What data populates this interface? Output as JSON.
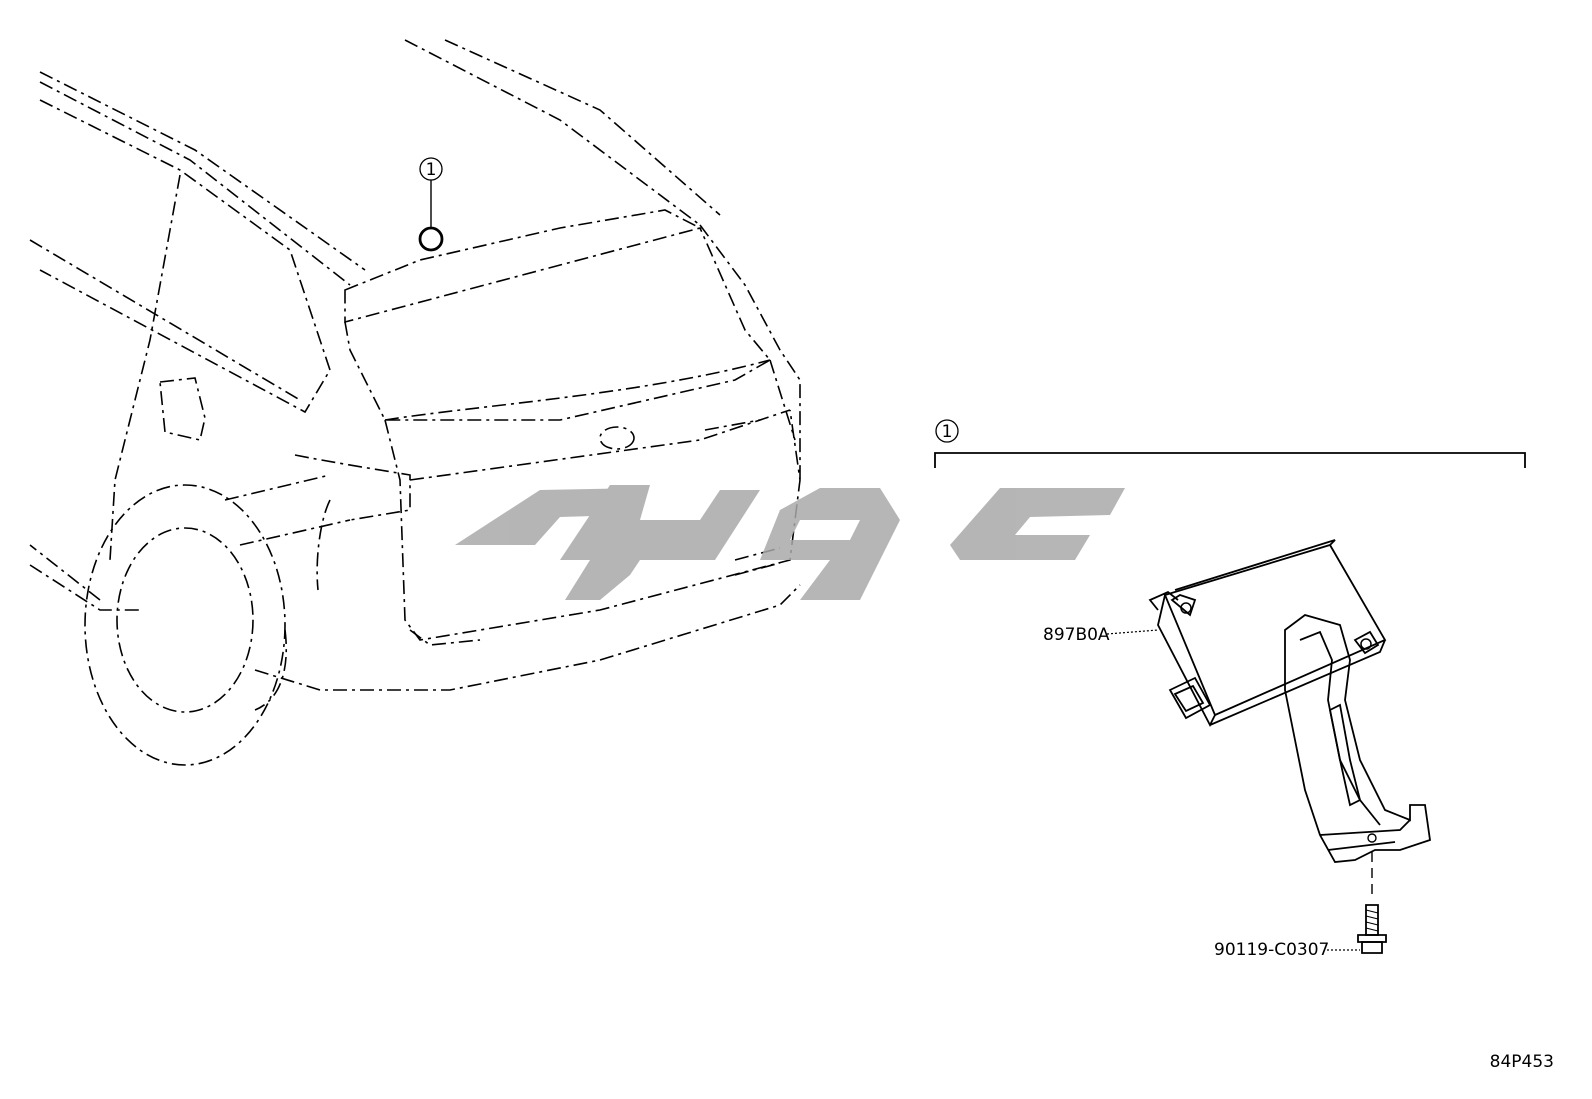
{
  "diagram": {
    "callouts": [
      {
        "number": "1"
      },
      {
        "number": "1"
      }
    ],
    "parts": [
      {
        "part_number": "897B0A"
      },
      {
        "part_number": "90119-C0307"
      }
    ],
    "figure_code": "84P453",
    "watermark_color": "#a9a9a9",
    "line_color": "#000000"
  }
}
